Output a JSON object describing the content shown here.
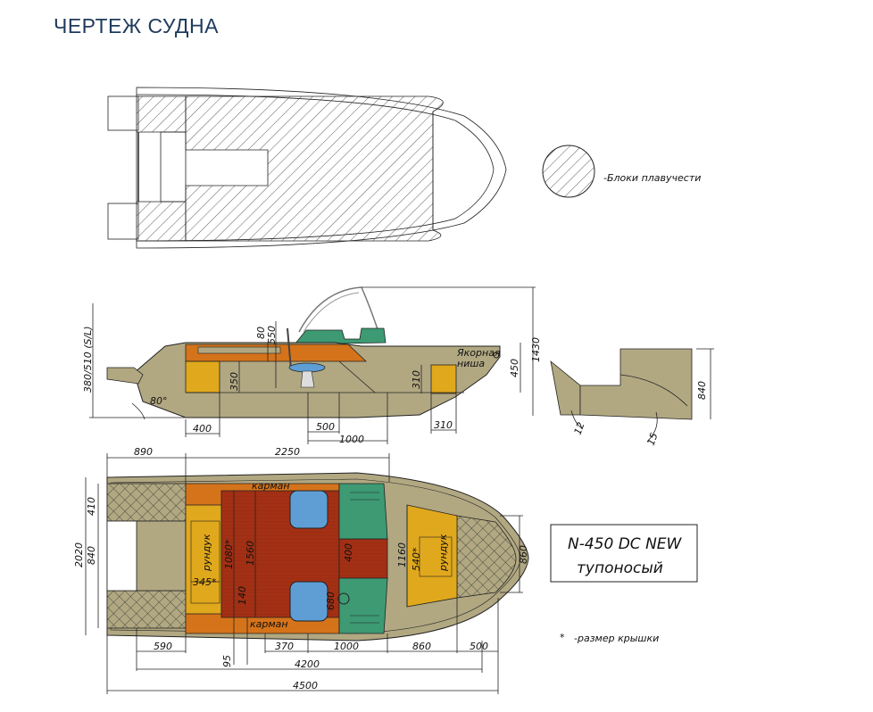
{
  "page": {
    "title": "ЧЕРТЕЖ СУДНА"
  },
  "legend": {
    "flotation_label": "-Блоки плавучести",
    "lid_note_mark": "*",
    "lid_note_label": "-размер крышки"
  },
  "model_box": {
    "model": "N-450 DC NEW",
    "variant": "тупоносый"
  },
  "side_view": {
    "labels": {
      "anchor_line1": "Якорная",
      "anchor_line2": "ниша"
    },
    "dims": {
      "transom": "380/510 (S/L)",
      "angle": "80°",
      "d80": "80",
      "d550": "550",
      "d350": "350",
      "d310": "310",
      "d450": "450",
      "d1430": "1430",
      "d400": "400",
      "d500": "500",
      "d1000": "1000",
      "d310b": "310"
    }
  },
  "section_view": {
    "dims": {
      "d840": "840",
      "angle_stern": "12",
      "angle_bow": "15"
    }
  },
  "plan_view": {
    "labels": {
      "pocket_top": "карман",
      "pocket_bottom": "карман",
      "locker_left": "рундук",
      "locker_right": "рундук"
    },
    "dims": {
      "d890": "890",
      "d2250": "2250",
      "d410": "410",
      "d2020": "2020",
      "d840": "840",
      "d1080": "1080*",
      "d345": "345*",
      "d1560": "1560",
      "d140": "140",
      "d400": "400",
      "d680": "680",
      "d1160": "1160",
      "d540": "540*",
      "d860v": "860",
      "d590": "590",
      "d370": "370",
      "d1000": "1000",
      "d860": "860",
      "d500": "500",
      "d95": "95",
      "d4200": "4200",
      "d4500": "4500"
    }
  },
  "colors": {
    "hull": "#b1a882",
    "orange": "#d5731a",
    "yellow": "#e0a81c",
    "red": "#a33014",
    "green": "#3d9a73",
    "seat": "#5f9ed5",
    "ink": "#1f3a5c"
  }
}
